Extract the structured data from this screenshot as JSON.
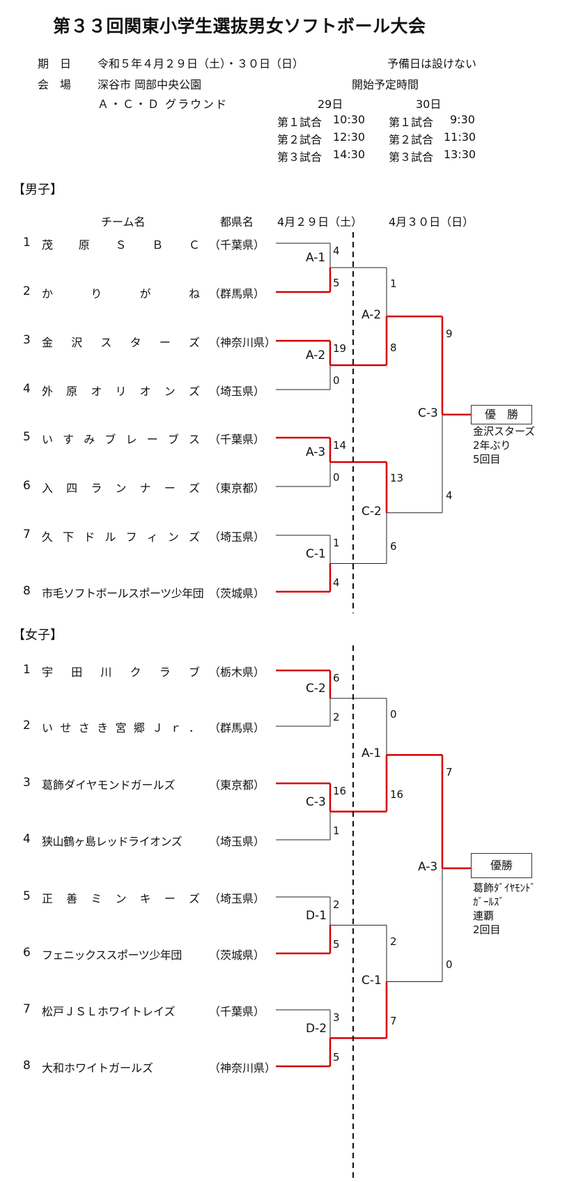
{
  "title": "第３３回関東小学生選抜男女ソフトボール大会",
  "info": {
    "date_label": "期　日",
    "date_value": "令和５年４月２９日（土）・３０日（日）",
    "reserve": "予備日は設けない",
    "venue_label": "会　場",
    "venue_value": "深谷市 岡部中央公園",
    "grounds": "Ａ・Ｃ・Ｄ グラウンド",
    "schedule_title": "開始予定時間",
    "day1": "29日",
    "day2": "30日",
    "day1_games": [
      {
        "game": "第１試合",
        "time": "10:30"
      },
      {
        "game": "第２試合",
        "time": "12:30"
      },
      {
        "game": "第３試合",
        "time": "14:30"
      }
    ],
    "day2_games": [
      {
        "game": "第１試合",
        "time": "9:30"
      },
      {
        "game": "第２試合",
        "time": "11:30"
      },
      {
        "game": "第３試合",
        "time": "13:30"
      }
    ]
  },
  "boys": {
    "heading": "【男子】",
    "col_team": "チーム名",
    "col_pref": "都県名",
    "col_day1": "4月２９日（土）",
    "col_day2": "4月３０日（日）",
    "teams": [
      {
        "no": "1",
        "name": "茂原ＳＢＣ",
        "pref": "（千葉県）"
      },
      {
        "no": "2",
        "name": "かりがね",
        "pref": "（群馬県）"
      },
      {
        "no": "3",
        "name": "金沢スターズ",
        "pref": "（神奈川県）"
      },
      {
        "no": "4",
        "name": "外原オリオンズ",
        "pref": "（埼玉県）"
      },
      {
        "no": "5",
        "name": "いすみブレーブス",
        "pref": "（千葉県）"
      },
      {
        "no": "6",
        "name": "入四ランナーズ",
        "pref": "（東京都）"
      },
      {
        "no": "7",
        "name": "久下ドルフィンズ",
        "pref": "（埼玉県）"
      },
      {
        "no": "8",
        "name": "市毛ソフトボールスポーツ少年団",
        "pref": "（茨城県）"
      }
    ],
    "r1_labels": [
      "A-1",
      "A-2",
      "A-3",
      "C-1"
    ],
    "r1_scores": [
      [
        "4",
        "5"
      ],
      [
        "19",
        "0"
      ],
      [
        "14",
        "0"
      ],
      [
        "1",
        "4"
      ]
    ],
    "r2_labels": [
      "A-2",
      "C-2"
    ],
    "r2_scores": [
      [
        "1",
        "8"
      ],
      [
        "13",
        "6"
      ]
    ],
    "final_label": "C-3",
    "final_scores": [
      "9",
      "4"
    ],
    "champion_label": "優　勝",
    "champion_note": [
      "金沢スターズ",
      "2年ぶり",
      "5回目"
    ]
  },
  "girls": {
    "heading": "【女子】",
    "teams": [
      {
        "no": "1",
        "name": "宇田川クラブ",
        "pref": "（栃木県）"
      },
      {
        "no": "2",
        "name": "いせさき宮郷Ｊｒ．",
        "pref": "（群馬県）"
      },
      {
        "no": "3",
        "name": "葛飾ダイヤモンドガールズ",
        "pref": "（東京都）"
      },
      {
        "no": "4",
        "name": "狭山鶴ヶ島レッドライオンズ",
        "pref": "（埼玉県）"
      },
      {
        "no": "5",
        "name": "正善ミンキーズ",
        "pref": "（埼玉県）"
      },
      {
        "no": "6",
        "name": "フェニックススポーツ少年団",
        "pref": "（茨城県）"
      },
      {
        "no": "7",
        "name": "松戸ＪＳＬホワイトレイズ",
        "pref": "（千葉県）"
      },
      {
        "no": "8",
        "name": "大和ホワイトガールズ",
        "pref": "（神奈川県）"
      }
    ],
    "r1_labels": [
      "C-2",
      "C-3",
      "D-1",
      "D-2"
    ],
    "r1_scores": [
      [
        "6",
        "2"
      ],
      [
        "16",
        "1"
      ],
      [
        "2",
        "5"
      ],
      [
        "3",
        "5"
      ]
    ],
    "r2_labels": [
      "A-1",
      "C-1"
    ],
    "r2_scores": [
      [
        "0",
        "16"
      ],
      [
        "2",
        "7"
      ]
    ],
    "final_label": "A-3",
    "final_scores": [
      "7",
      "0"
    ],
    "champion_label": "優勝",
    "champion_note": [
      "葛飾ﾀﾞｲﾔﾓﾝﾄﾞ",
      "ｶﾞｰﾙｽﾞ",
      "連覇",
      "2回目"
    ]
  },
  "colors": {
    "winner_line": "#d40000",
    "line": "#222222"
  }
}
